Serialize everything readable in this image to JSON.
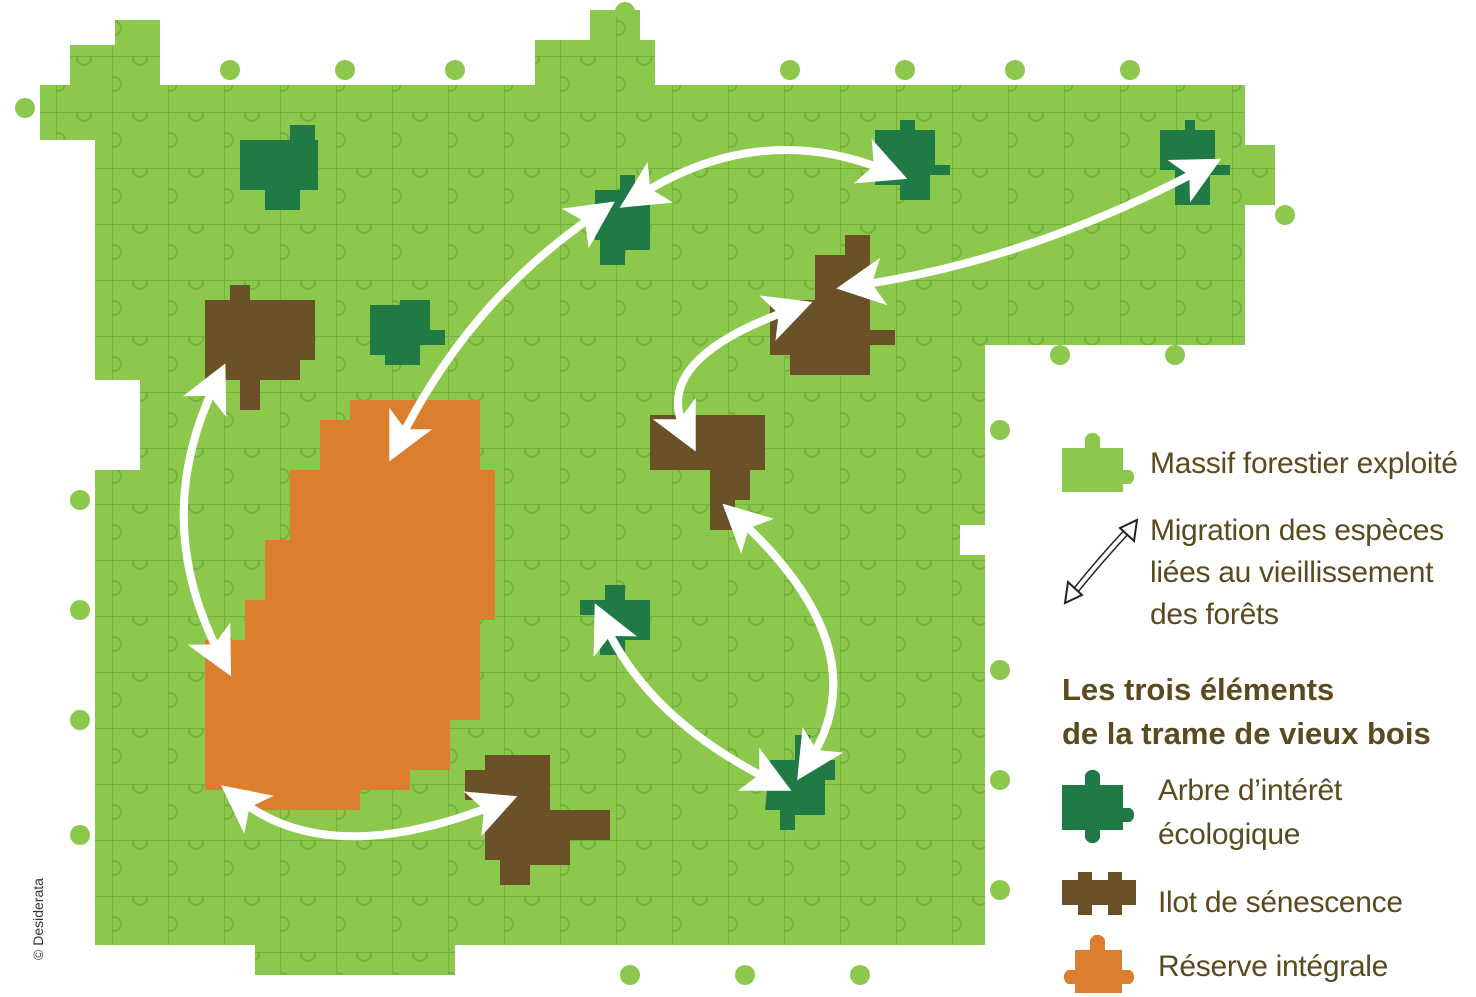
{
  "colors": {
    "forest_exploited": "#8cc84b",
    "forest_edge": "#6fae3e",
    "tree_interest": "#1f7a45",
    "senescence": "#6b5128",
    "reserve": "#db7e2e",
    "arrow": "#ffffff",
    "text": "#5a4a1e"
  },
  "legend": {
    "massif": "Massif forestier exploité",
    "migration_line1": "Migration des espèces",
    "migration_line2": "liées au vieillissement",
    "migration_line3": "des forêts",
    "heading_line1": "Les trois éléments",
    "heading_line2": "de la trame de vieux bois",
    "arbre_line1": "Arbre d’intérêt",
    "arbre_line2": "écologique",
    "ilot": "Ilot de sénescence",
    "reserve": "Réserve intégrale"
  },
  "credit": "© Desiderata",
  "icons": {
    "massif": "puzzle-piece-light-green-icon",
    "migration": "double-arrow-icon",
    "arbre": "puzzle-piece-dark-green-icon",
    "ilot": "puzzle-piece-brown-icon",
    "reserve": "puzzle-piece-orange-icon"
  }
}
